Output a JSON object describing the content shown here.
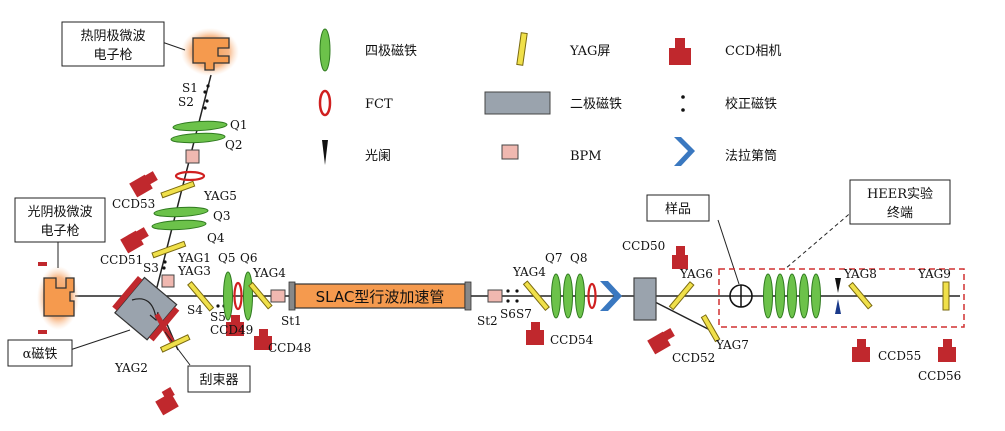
{
  "legend": {
    "quadrupole": "四极磁铁",
    "yag_screen": "YAG屏",
    "ccd_camera": "CCD相机",
    "fct": "FCT",
    "dipole": "二极磁铁",
    "corrector": "校正磁铁",
    "aperture": "光阑",
    "bpm": "BPM",
    "faraday_cup": "法拉第筒"
  },
  "boxes": {
    "thermionic_gun": [
      "热阴极微波",
      "电子枪"
    ],
    "photocathode_gun": [
      "光阴极微波",
      "电子枪"
    ],
    "alpha_magnet": "α磁铁",
    "scraper": "刮束器",
    "sample": "样品",
    "heer_end": [
      "HEER实验",
      "终端"
    ]
  },
  "linac_label": "SLAC型行波加速管",
  "labels": {
    "S1": "S1",
    "S2": "S2",
    "Q1": "Q1",
    "Q2": "Q2",
    "YAG5": "YAG5",
    "CCD53": "CCD53",
    "Q3": "Q3",
    "Q4": "Q4",
    "CCD51": "CCD51",
    "S3": "S3",
    "YAG1": "YAG1",
    "YAG3": "YAG3",
    "Q5": "Q5",
    "Q6": "Q6",
    "YAG4a": "YAG4",
    "S4": "S4",
    "S5": "S5",
    "CCD49": "CCD49",
    "St1": "St1",
    "CCD48": "CCD48",
    "YAG2": "YAG2",
    "St2": "St2",
    "S6": "S6",
    "S7": "S7",
    "YAG4b": "YAG4",
    "Q7": "Q7",
    "Q8": "Q8",
    "CCD54": "CCD54",
    "CCD50": "CCD50",
    "YAG6": "YAG6",
    "YAG7": "YAG7",
    "CCD52": "CCD52",
    "YAG8": "YAG8",
    "YAG9": "YAG9",
    "CCD55": "CCD55",
    "CCD56": "CCD56"
  },
  "colors": {
    "quad_fill": "#6cc24a",
    "quad_stroke": "#2f7a1f",
    "yag_fill": "#f0e04a",
    "yag_stroke": "#7a6a10",
    "ccd": "#c0282d",
    "fct": "#d02020",
    "dipole_fill": "#9aa3ad",
    "bpm_fill": "#f0b8b0",
    "faraday": "#3a78c0",
    "linac_fill": "#f59a4e",
    "gun_glow": "#f5a05a",
    "heer_border": "#d03030"
  }
}
